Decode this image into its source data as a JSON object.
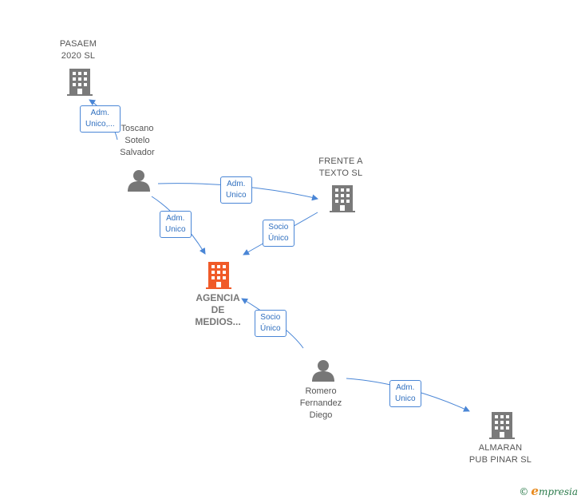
{
  "nodes": {
    "pasaem": {
      "label_line1": "PASAEM",
      "label_line2": "2020  SL"
    },
    "toscano": {
      "label_line1": "Toscano",
      "label_line2": "Sotelo",
      "label_line3": "Salvador"
    },
    "frente": {
      "label_line1": "FRENTE A",
      "label_line2": "TEXTO SL"
    },
    "agencia": {
      "label_line1": "AGENCIA",
      "label_line2": "DE",
      "label_line3": "MEDIOS..."
    },
    "romero": {
      "label_line1": "Romero",
      "label_line2": "Fernandez",
      "label_line3": "Diego"
    },
    "almaran": {
      "label_line1": "ALMARAN",
      "label_line2": "PUB PINAR SL"
    }
  },
  "edges": {
    "toscano_pasaem": {
      "line1": "Adm.",
      "line2": "Unico,..."
    },
    "toscano_frente": {
      "line1": "Adm.",
      "line2": "Unico"
    },
    "toscano_agencia": {
      "line1": "Adm.",
      "line2": "Unico"
    },
    "frente_agencia": {
      "line1": "Socio",
      "line2": "Único"
    },
    "romero_agencia": {
      "line1": "Socio",
      "line2": "Único"
    },
    "romero_almaran": {
      "line1": "Adm.",
      "line2": "Unico"
    }
  },
  "footer": {
    "copyright": "©",
    "brand_initial": "e",
    "brand_rest": "mpresia"
  },
  "colors": {
    "edge": "#4a86d6",
    "company": "#7a7a7a",
    "focus": "#f05a28",
    "person": "#777777"
  }
}
